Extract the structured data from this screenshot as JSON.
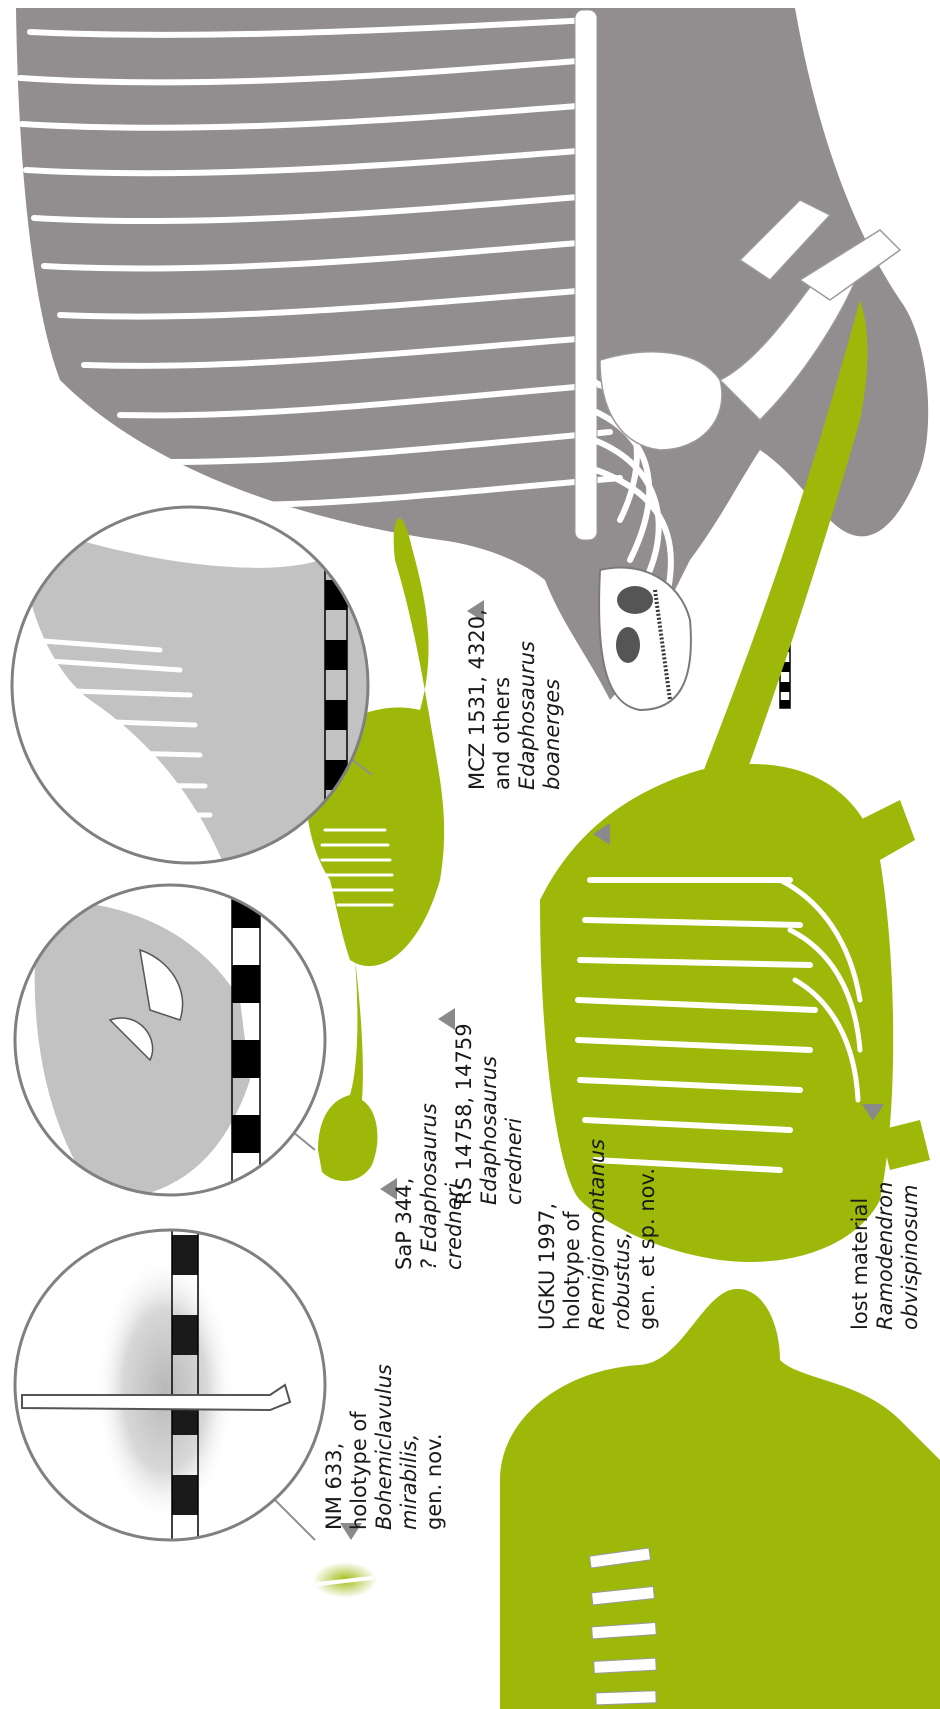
{
  "colors": {
    "green": "#9db809",
    "grey_dark": "#928d8f",
    "grey_light": "#c2c2c2",
    "bone": "#ffffff",
    "outline": "#808080",
    "scale_black": "#000000"
  },
  "specimens": [
    {
      "id": "nm633",
      "label_lines": [
        "NM 633,",
        "holotype of"
      ],
      "taxon_lines": [
        "Bohemiclavulus",
        "mirabilis,"
      ],
      "status": "gen. nov.",
      "pointer_icon": "triangle-pointer-icon"
    },
    {
      "id": "sap344",
      "label_lines": [
        "SaP 344,"
      ],
      "taxon_lines": [
        "? Edaphosaurus",
        "credneri"
      ],
      "pointer_icon": "triangle-pointer-icon"
    },
    {
      "id": "rs14758",
      "label_lines": [
        "RS 14758, 14759"
      ],
      "taxon_lines": [
        "Edaphosaurus",
        "credneri"
      ],
      "pointer_icon": "triangle-pointer-icon"
    },
    {
      "id": "ugku1997",
      "label_lines": [
        "UGKU 1997,",
        "holotype of"
      ],
      "taxon_lines": [
        "Remigiomontanus",
        "robustus,"
      ],
      "status": "gen. et sp. nov.",
      "pointer_icon": "triangle-pointer-icon"
    },
    {
      "id": "mcz1531",
      "label_lines": [
        "MCZ 1531, 4320,",
        "and others"
      ],
      "taxon_lines": [
        "Edaphosaurus",
        "boanerges"
      ],
      "pointer_icon": "triangle-pointer-icon"
    },
    {
      "id": "lost",
      "label_lines": [
        "lost material"
      ],
      "taxon_lines": [
        "Ramodendron",
        "obvispinosum"
      ],
      "pointer_icon": "triangle-pointer-icon"
    }
  ],
  "insets": [
    {
      "id": "inset-nm633",
      "content": "spine-detail",
      "icon": "scale-bar-icon"
    },
    {
      "id": "inset-sap344",
      "content": "limb-detail",
      "icon": "scale-bar-icon"
    },
    {
      "id": "inset-rs14758",
      "content": "sail-detail",
      "icon": "scale-bar-icon"
    }
  ]
}
